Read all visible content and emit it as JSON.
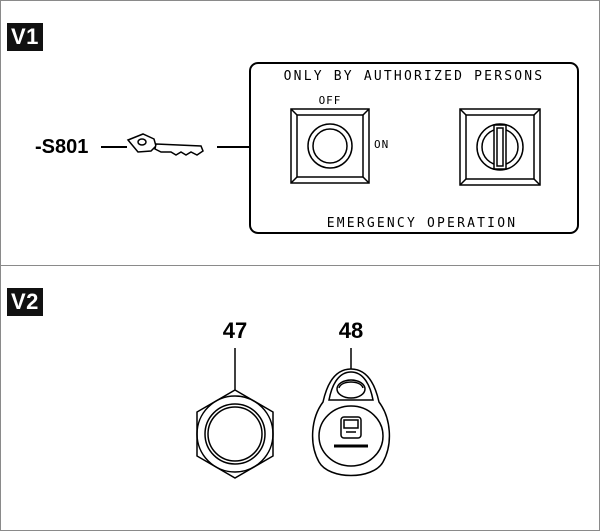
{
  "v1": {
    "tag": "V1",
    "key_label": "-S801",
    "panel_header": "ONLY BY AUTHORIZED PERSONS",
    "switch_off": "OFF",
    "switch_on": "ON",
    "panel_footer": "EMERGENCY OPERATION"
  },
  "v2": {
    "tag": "V2",
    "item_47": "47",
    "item_48": "48"
  },
  "icons": [
    "key-icon",
    "arrow-icon",
    "key-switch-icon",
    "lock-cylinder-icon",
    "hex-nut-icon",
    "key-fob-icon"
  ],
  "colors": {
    "line": "#000000",
    "tag_bg": "#111111",
    "tag_fg": "#ffffff",
    "border": "#8a8a8a"
  }
}
